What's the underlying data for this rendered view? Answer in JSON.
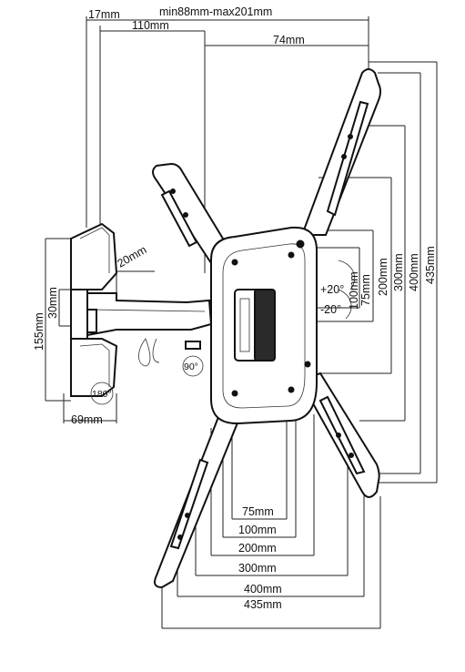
{
  "labels": {
    "top_range": "min88mm-max201mm",
    "w17": "17mm",
    "w110": "110mm",
    "w74": "74mm",
    "w20": "20mm",
    "h30": "30mm",
    "h155": "155mm",
    "w69": "69mm",
    "rot180": "180°",
    "rot90": "90°",
    "tilt_up": "+20°",
    "tilt_down": "-20°",
    "v75": "75mm",
    "v100": "100mm",
    "v200": "200mm",
    "v300": "300mm",
    "v400": "400mm",
    "v435": "435mm",
    "b75": "75mm",
    "b100": "100mm",
    "b200": "200mm",
    "b300": "300mm",
    "b400": "400mm",
    "b435": "435mm"
  }
}
